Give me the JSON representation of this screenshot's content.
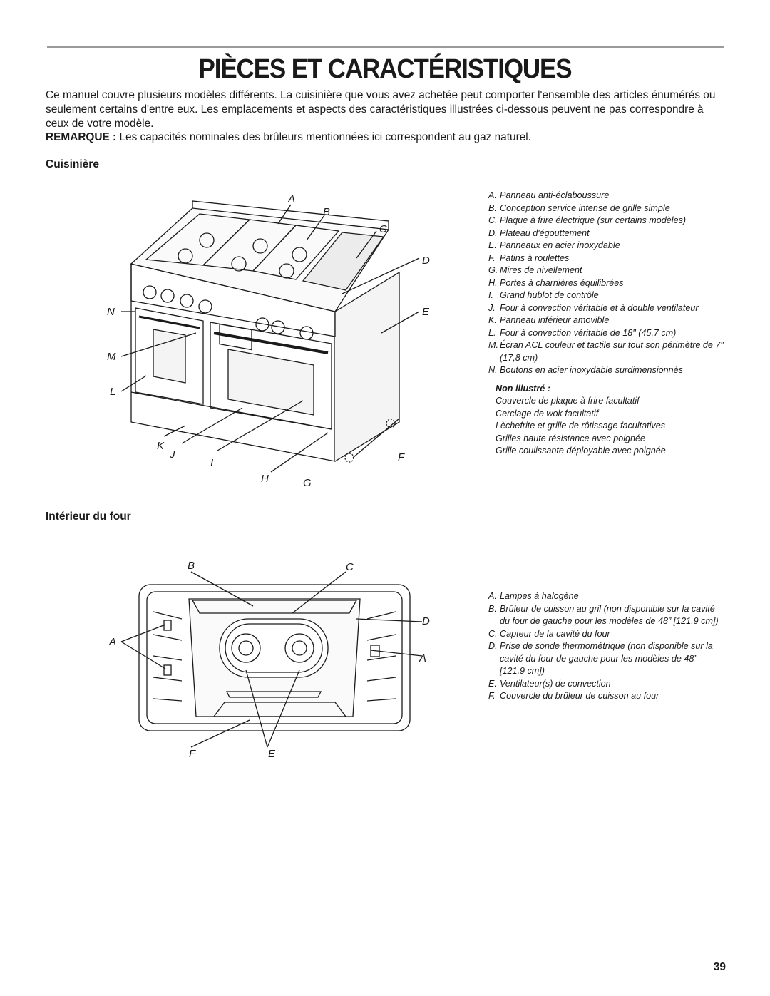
{
  "header": {
    "title": "PIÈCES ET CARACTÉRISTIQUES"
  },
  "intro": {
    "paragraph": "Ce manuel couvre plusieurs modèles différents. La cuisinière que vous avez achetée peut comporter l'ensemble des articles énumérés ou seulement certains d'entre eux. Les emplacements et aspects des caractéristiques illustrées ci-dessous peuvent ne pas correspondre à ceux de votre modèle.",
    "note_label": "REMARQUE :",
    "note_text": " Les capacités nominales des brûleurs mentionnées ici correspondent au gaz naturel."
  },
  "range_section": {
    "heading": "Cuisinière",
    "callouts": {
      "A": "A",
      "B": "B",
      "C": "C",
      "D": "D",
      "E": "E",
      "F": "F",
      "G": "G",
      "H": "H",
      "I": "I",
      "J": "J",
      "K": "K",
      "L": "L",
      "M": "M",
      "N": "N"
    },
    "legend": [
      {
        "letter": "A.",
        "text": "Panneau anti-éclaboussure"
      },
      {
        "letter": "B.",
        "text": "Conception service intense de grille simple"
      },
      {
        "letter": "C.",
        "text": "Plaque à frire électrique (sur certains modèles)"
      },
      {
        "letter": "D.",
        "text": "Plateau d'égouttement"
      },
      {
        "letter": "E.",
        "text": "Panneaux en acier inoxydable"
      },
      {
        "letter": "F.",
        "text": "Patins à roulettes"
      },
      {
        "letter": "G.",
        "text": "Mires de nivellement"
      },
      {
        "letter": "H.",
        "text": "Portes à charnières équilibrées"
      },
      {
        "letter": "I.",
        "text": "Grand hublot de contrôle"
      },
      {
        "letter": "J.",
        "text": "Four à convection véritable et à double ventilateur"
      },
      {
        "letter": "K.",
        "text": "Panneau inférieur amovible"
      },
      {
        "letter": "L.",
        "text": "Four à convection véritable de 18\" (45,7 cm)"
      },
      {
        "letter": "M.",
        "text": "Écran ACL couleur et tactile sur tout son périmètre de 7\" (17,8 cm)"
      },
      {
        "letter": "N.",
        "text": "Boutons en acier inoxydable surdimensionnés"
      }
    ],
    "not_shown_heading": "Non illustré :",
    "not_shown": [
      "Couvercle de plaque à frire facultatif",
      "Cerclage de wok facultatif",
      "Lèchefrite et grille de rôtissage facultatives",
      "Grilles haute résistance avec poignée",
      "Grille coulissante déployable avec poignée"
    ]
  },
  "oven_section": {
    "heading": "Intérieur du four",
    "callouts": {
      "A": "A",
      "B": "B",
      "C": "C",
      "D": "D",
      "E": "E",
      "F": "F"
    },
    "legend": [
      {
        "letter": "A.",
        "text": "Lampes à halogène"
      },
      {
        "letter": "B.",
        "text": "Brûleur de cuisson au gril (non disponible sur la cavité du four de gauche pour les modèles de 48” [121,9 cm])"
      },
      {
        "letter": "C.",
        "text": "Capteur de la cavité du four"
      },
      {
        "letter": "D.",
        "text": "Prise de sonde thermométrique (non disponible sur la cavité du four de gauche pour les modèles de 48” [121,9 cm])"
      },
      {
        "letter": "E.",
        "text": "Ventilateur(s) de convection"
      },
      {
        "letter": "F.",
        "text": "Couvercle du brûleur de cuisson au four"
      }
    ]
  },
  "footer": {
    "page_number": "39"
  },
  "icons": [
    "range-illustration",
    "oven-interior-illustration"
  ]
}
